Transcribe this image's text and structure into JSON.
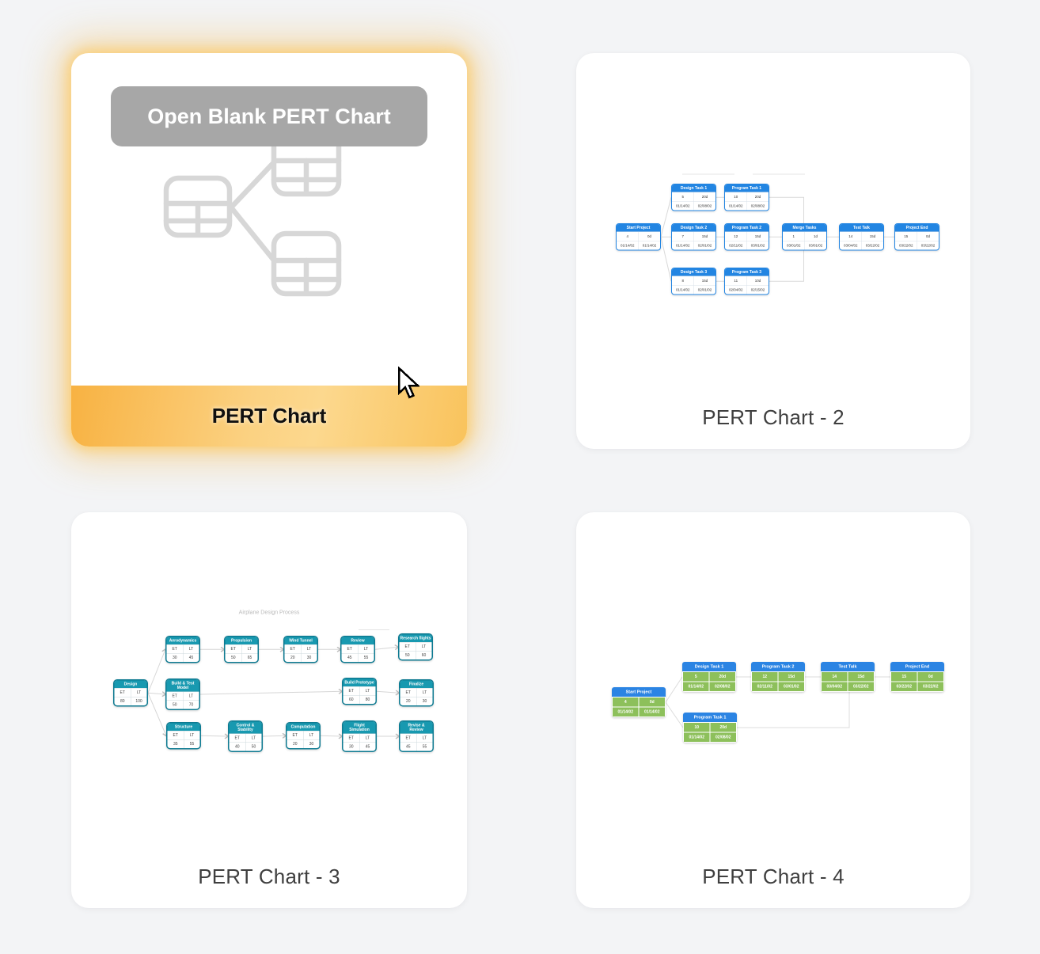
{
  "page_bg": "#f3f4f6",
  "colors": {
    "accent_orange": "#F9C45B",
    "node_blue": "#2285E2",
    "node_teal": "#1899B0",
    "node_teal_border": "#0D7A91",
    "node_green": "#8DC05B",
    "button_gray": "#A7A7A7",
    "connector_gray": "#D9D9D9"
  },
  "cards": {
    "blank": {
      "title": "PERT Chart",
      "button_label": "Open Blank PERT Chart"
    },
    "c2": {
      "title": "PERT Chart - 2",
      "nodes": [
        {
          "id": "sp",
          "title": "Start Project",
          "cells": [
            "4",
            "0d",
            "01/14/02",
            "01/14/02"
          ]
        },
        {
          "id": "dt1",
          "title": "Design Task 1",
          "cells": [
            "5",
            "20d",
            "01/14/02",
            "02/08/02"
          ]
        },
        {
          "id": "pt1",
          "title": "Program Task 1",
          "cells": [
            "10",
            "20d",
            "01/14/02",
            "02/08/02"
          ]
        },
        {
          "id": "dt2",
          "title": "Design Task 2",
          "cells": [
            "7",
            "15d",
            "01/14/02",
            "02/01/02"
          ]
        },
        {
          "id": "pt2",
          "title": "Program Task 2",
          "cells": [
            "12",
            "15d",
            "02/11/02",
            "03/01/02"
          ]
        },
        {
          "id": "dt3",
          "title": "Design Task 3",
          "cells": [
            "8",
            "15d",
            "01/14/02",
            "02/01/02"
          ]
        },
        {
          "id": "pt3",
          "title": "Program Task 3",
          "cells": [
            "11",
            "10d",
            "02/04/02",
            "02/15/02"
          ]
        },
        {
          "id": "mt",
          "title": "Merge Tasks",
          "cells": [
            "1",
            "1d",
            "03/01/02",
            "03/01/02"
          ]
        },
        {
          "id": "tt",
          "title": "Test Talk",
          "cells": [
            "14",
            "15d",
            "03/04/02",
            "03/22/02"
          ]
        },
        {
          "id": "pe",
          "title": "Project End",
          "cells": [
            "15",
            "0d",
            "03/22/02",
            "03/22/02"
          ]
        }
      ],
      "edges": [
        [
          "sp",
          "dt1"
        ],
        [
          "sp",
          "dt2"
        ],
        [
          "sp",
          "dt3"
        ],
        [
          "dt1",
          "pt1"
        ],
        [
          "dt2",
          "pt2"
        ],
        [
          "dt3",
          "pt3"
        ],
        [
          "pt1",
          "mt"
        ],
        [
          "pt2",
          "mt"
        ],
        [
          "pt3",
          "mt"
        ],
        [
          "mt",
          "tt"
        ],
        [
          "tt",
          "pe"
        ]
      ]
    },
    "c3": {
      "title": "PERT Chart - 3",
      "diagram_title": "Airplane Design Process",
      "nodes": [
        {
          "id": "design",
          "title": "Design",
          "cells": [
            "ET",
            "LT",
            "80",
            "100"
          ]
        },
        {
          "id": "aero",
          "title": "Aerodynamics",
          "cells": [
            "ET",
            "LT",
            "30",
            "45"
          ]
        },
        {
          "id": "prop",
          "title": "Propulsion",
          "cells": [
            "ET",
            "LT",
            "50",
            "65"
          ]
        },
        {
          "id": "wind",
          "title": "Wind Tunnel",
          "cells": [
            "ET",
            "LT",
            "20",
            "30"
          ]
        },
        {
          "id": "review",
          "title": "Review",
          "cells": [
            "ET",
            "LT",
            "45",
            "55"
          ]
        },
        {
          "id": "research",
          "title": "Research flights",
          "cells": [
            "ET",
            "LT",
            "50",
            "60"
          ]
        },
        {
          "id": "btm",
          "title": "Build & Test Model",
          "cells": [
            "ET",
            "LT",
            "50",
            "70"
          ]
        },
        {
          "id": "bp",
          "title": "Build Prototype",
          "cells": [
            "ET",
            "LT",
            "60",
            "80"
          ]
        },
        {
          "id": "fin",
          "title": "Finalize",
          "cells": [
            "ET",
            "LT",
            "20",
            "30"
          ]
        },
        {
          "id": "struct",
          "title": "Structure",
          "cells": [
            "ET",
            "LT",
            "35",
            "55"
          ]
        },
        {
          "id": "cs",
          "title": "Control & Stability",
          "cells": [
            "ET",
            "LT",
            "40",
            "50"
          ]
        },
        {
          "id": "comp",
          "title": "Computation",
          "cells": [
            "ET",
            "LT",
            "20",
            "30"
          ]
        },
        {
          "id": "fs",
          "title": "Flight Simulation",
          "cells": [
            "ET",
            "LT",
            "30",
            "45"
          ]
        },
        {
          "id": "rr",
          "title": "Revise & Review",
          "cells": [
            "ET",
            "LT",
            "45",
            "55"
          ]
        }
      ],
      "edges": [
        [
          "design",
          "aero"
        ],
        [
          "design",
          "btm"
        ],
        [
          "design",
          "struct"
        ],
        [
          "aero",
          "prop"
        ],
        [
          "prop",
          "wind"
        ],
        [
          "wind",
          "review"
        ],
        [
          "review",
          "research"
        ],
        [
          "btm",
          "bp"
        ],
        [
          "bp",
          "fin"
        ],
        [
          "struct",
          "cs"
        ],
        [
          "cs",
          "comp"
        ],
        [
          "comp",
          "fs"
        ],
        [
          "fs",
          "rr"
        ]
      ]
    },
    "c4": {
      "title": "PERT Chart - 4",
      "nodes": [
        {
          "id": "sp",
          "title": "Start Project",
          "cells": [
            "4",
            "0d",
            "01/14/02",
            "01/14/02"
          ]
        },
        {
          "id": "dt1",
          "title": "Design Task 1",
          "cells": [
            "5",
            "20d",
            "01/14/02",
            "02/08/02"
          ]
        },
        {
          "id": "pt2",
          "title": "Program Task 2",
          "cells": [
            "12",
            "15d",
            "02/11/02",
            "03/01/02"
          ]
        },
        {
          "id": "tt",
          "title": "Test Talk",
          "cells": [
            "14",
            "15d",
            "03/04/02",
            "03/22/02"
          ]
        },
        {
          "id": "pe",
          "title": "Project End",
          "cells": [
            "15",
            "0d",
            "03/22/02",
            "03/22/02"
          ]
        },
        {
          "id": "pt1",
          "title": "Program Task 1",
          "cells": [
            "10",
            "20d",
            "01/14/02",
            "02/08/02"
          ]
        }
      ],
      "edges": [
        [
          "sp",
          "dt1"
        ],
        [
          "sp",
          "pt1"
        ],
        [
          "dt1",
          "pt2"
        ],
        [
          "pt2",
          "tt"
        ],
        [
          "tt",
          "pe"
        ],
        [
          "pt1",
          "tt"
        ]
      ]
    }
  }
}
